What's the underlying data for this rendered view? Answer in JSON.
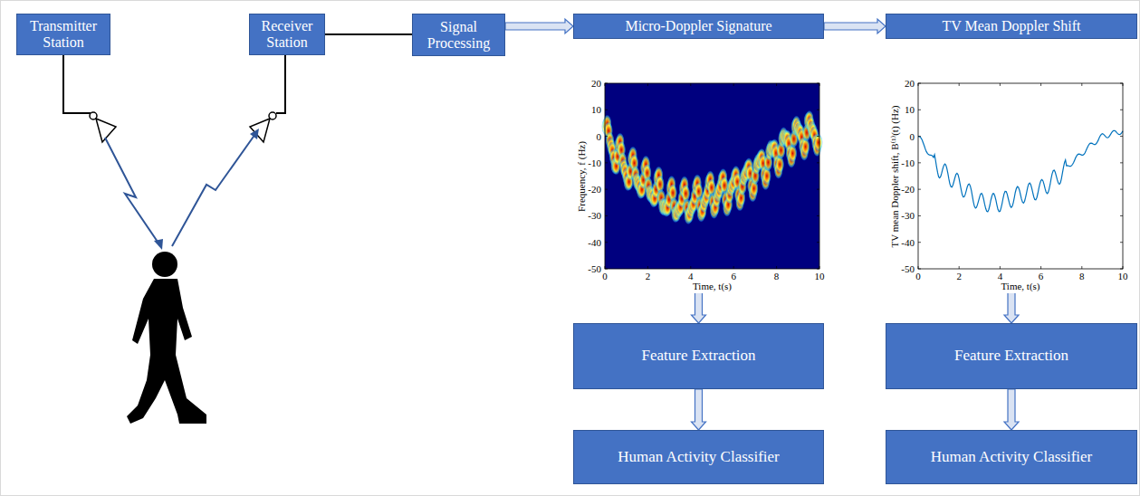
{
  "diagram": {
    "nodes": [
      {
        "text": [
          "Transmitter Station"
        ]
      },
      {
        "text": [
          "Receiver Station"
        ]
      },
      {
        "text": [
          "Signal Processing"
        ]
      },
      {
        "text": [
          "Micro-Doppler Signature"
        ]
      },
      {
        "text": [
          "TV Mean Doppler Shift"
        ]
      },
      {
        "text": [
          "Feature Extraction"
        ]
      },
      {
        "text": [
          "Human Activity Classifier"
        ]
      },
      {
        "text": [
          "Feature Extraction"
        ]
      },
      {
        "text": [
          "Human Activity Classifier"
        ]
      }
    ],
    "edges": [
      {
        "from": 1,
        "to": 2,
        "arrow": "none"
      },
      {
        "from": 2,
        "to": 3,
        "arrow": "to"
      },
      {
        "from": 3,
        "to": 4,
        "arrow": "to"
      },
      {
        "from": 3,
        "to": 5,
        "arrow": "to"
      },
      {
        "from": 5,
        "to": 6,
        "arrow": "to"
      },
      {
        "from": 4,
        "to": 7,
        "arrow": "to"
      },
      {
        "from": 7,
        "to": 8,
        "arrow": "to"
      }
    ],
    "labels": [
      "20",
      "10",
      "0",
      "-10",
      "-20",
      "-30",
      "-40",
      "-50",
      "0",
      "2",
      "4",
      "6",
      "8",
      "10",
      "Frequency, f (Hz)",
      "Time, t(s)",
      "20",
      "10",
      "0",
      "-10",
      "-20",
      "-30",
      "-40",
      "-50",
      "0",
      "2",
      "4",
      "6",
      "8",
      "10",
      "TV mean Doppler shift, B⁽¹⁾(t) (Hz)",
      "Time, t(s)"
    ]
  }
}
